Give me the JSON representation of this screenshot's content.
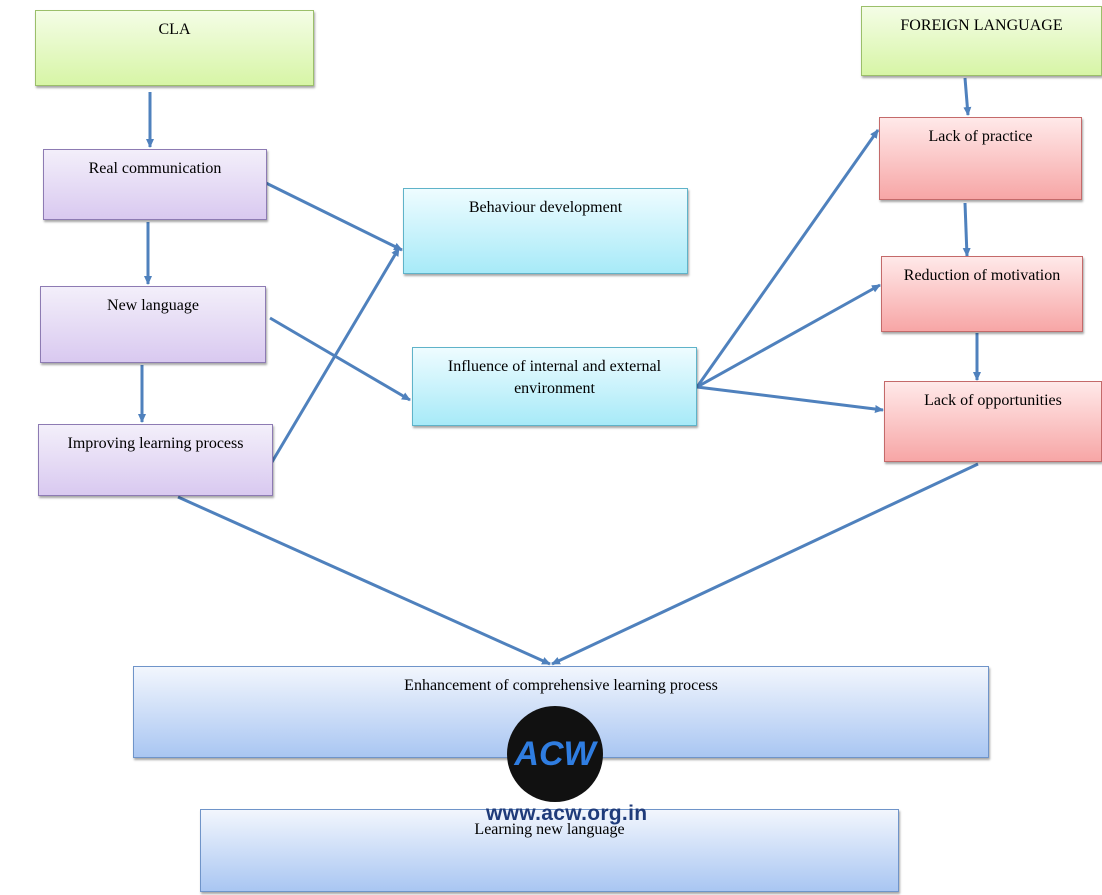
{
  "nodes": {
    "cla": "CLA",
    "foreign_language": "FOREIGN LANGUAGE",
    "real_communication": "Real communication",
    "new_language": "New language",
    "improving_learning_process": "Improving learning process",
    "behaviour_development": "Behaviour development",
    "influence_environment": "Influence of internal and external environment",
    "lack_of_practice": "Lack of practice",
    "reduction_of_motivation": "Reduction of motivation",
    "lack_of_opportunities": "Lack of opportunities",
    "enhancement": "Enhancement of comprehensive learning process",
    "learning_new_language": "Learning new language"
  },
  "watermark": {
    "logo_text": "ACW",
    "url": "www.acw.org.in"
  },
  "colors": {
    "arrow": "#4f81bd",
    "green_box": "#d7f5a6",
    "purple_box": "#d9c9f0",
    "cyan_box": "#a7eaf8",
    "red_box": "#f7a6a6",
    "blue_box": "#a9c6f2"
  }
}
